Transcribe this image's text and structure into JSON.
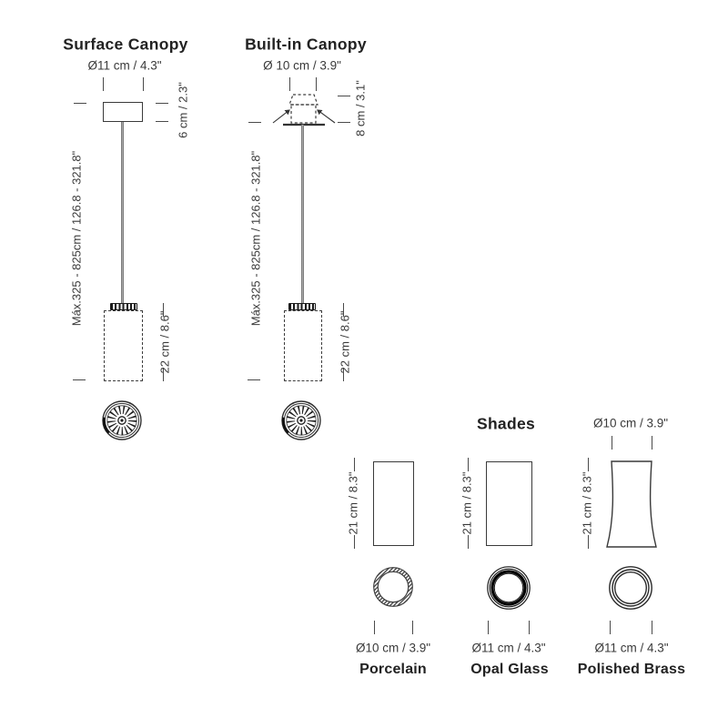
{
  "colors": {
    "ink": "#3a3a3a",
    "line": "#4a4a4a",
    "title": "#222222"
  },
  "surface_canopy": {
    "title": "Surface Canopy",
    "diameter": "Ø11 cm / 4.3\"",
    "canopy_height": "6 cm / 2.3\"",
    "max_drop": "Máx.325 - 825cm / 126.8 - 321.8\"",
    "shade_height": "22 cm / 8.6\""
  },
  "built_in_canopy": {
    "title": "Built-in Canopy",
    "diameter": "Ø 10 cm / 3.9\"",
    "canopy_height": "8 cm / 3.1\"",
    "max_drop": "Máx.325 - 825cm / 126.8 - 321.8\"",
    "shade_height": "22 cm / 8.6\""
  },
  "shades": {
    "title": "Shades",
    "top_diameter": "Ø10 cm / 3.9\"",
    "height": "21 cm / 8.3\"",
    "variants": [
      {
        "name": "Porcelain",
        "bottom_diameter": "Ø10 cm / 3.9\""
      },
      {
        "name": "Opal Glass",
        "bottom_diameter": "Ø11 cm / 4.3\""
      },
      {
        "name": "Polished Brass",
        "bottom_diameter": "Ø11 cm / 4.3\""
      }
    ]
  }
}
